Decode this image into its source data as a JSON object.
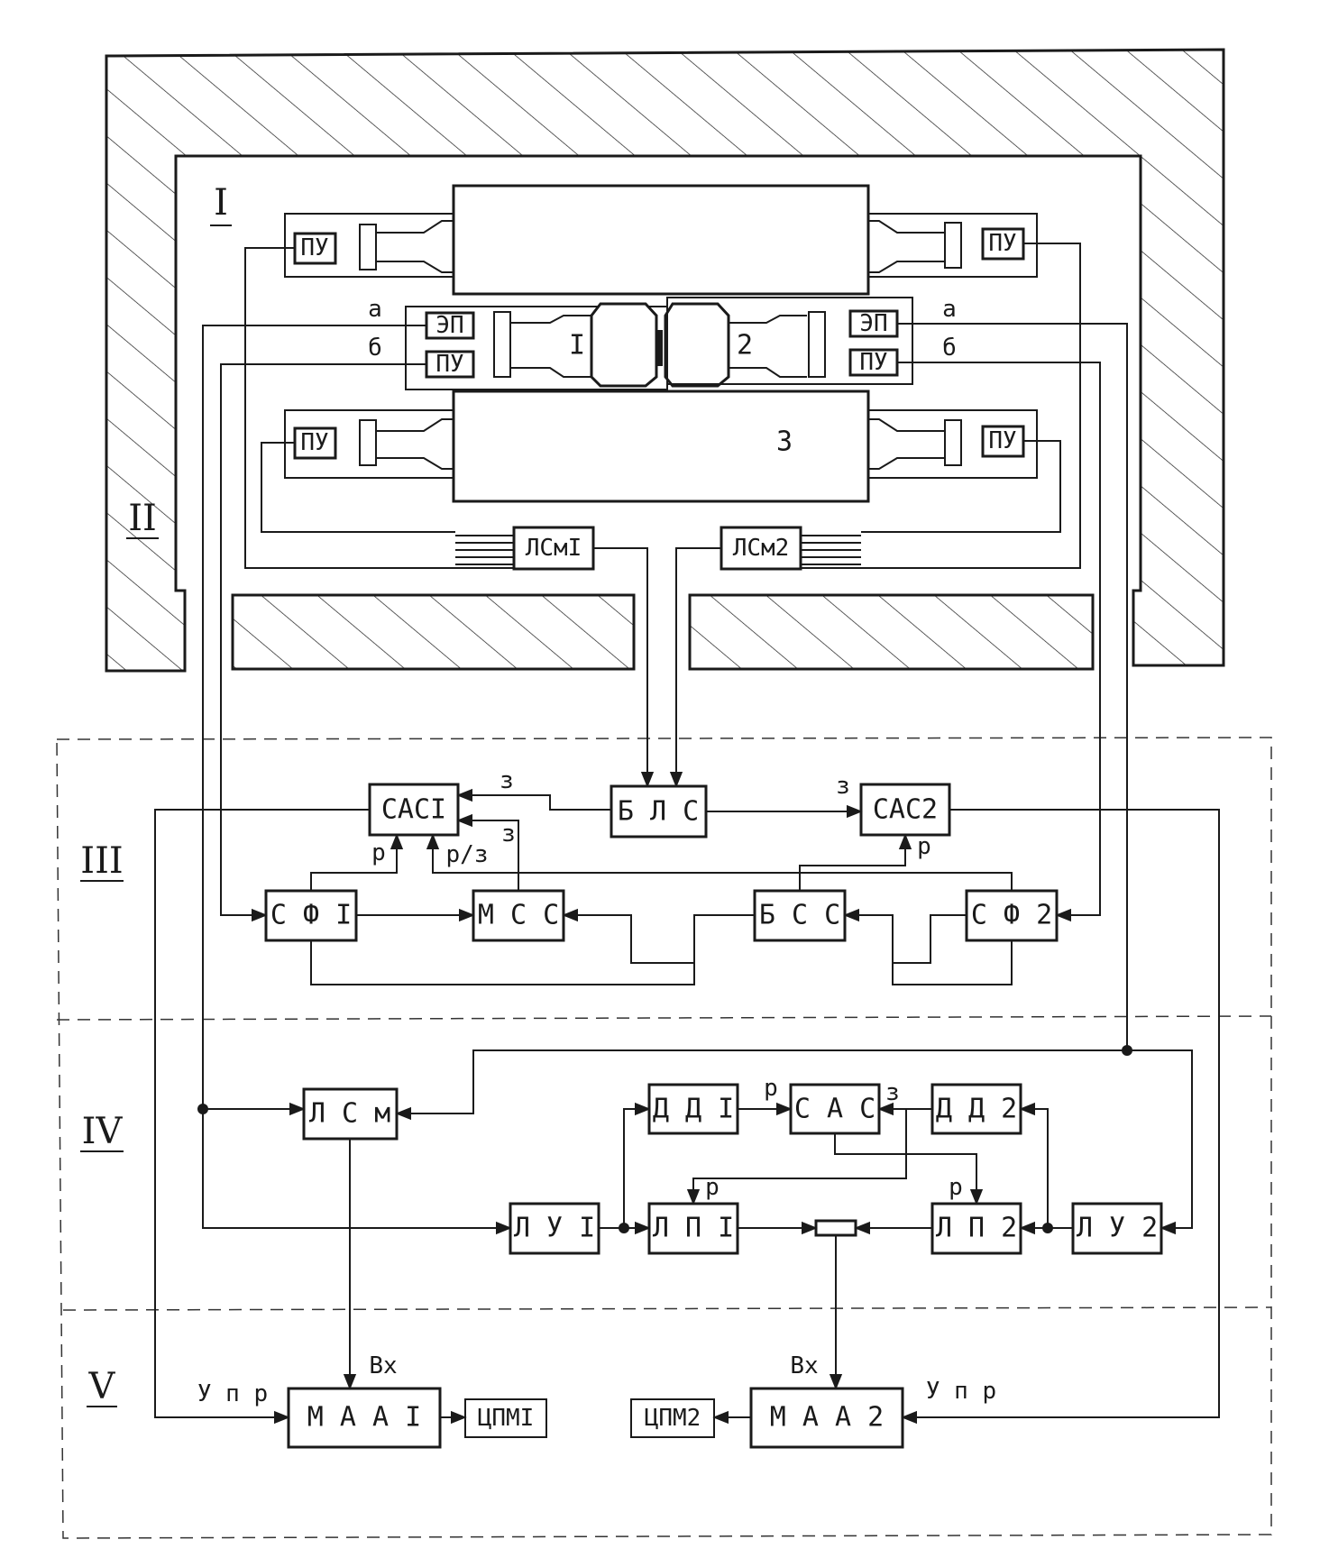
{
  "zones": {
    "I": "I",
    "II": "II",
    "III": "III",
    "IV": "IV",
    "V": "V"
  },
  "detectors": {
    "d1": "I",
    "d2": "2",
    "d3": "3"
  },
  "blocks": {
    "pu": "ПУ",
    "ep": "ЭП",
    "lsm1": "ЛСмI",
    "lsm2": "ЛСм2",
    "blc": "Б Л С",
    "cac1": "САСI",
    "cac2": "САС2",
    "sf1": "С Ф I",
    "mcc": "М С С",
    "bcc": "Б С С",
    "sf2": "С Ф 2",
    "lsm": "Л С м",
    "dd1": "Д Д I",
    "cac": "С А С",
    "dd2": "Д Д 2",
    "lu1": "Л У I",
    "lp1": "Л П I",
    "lp2": "Л П 2",
    "lu2": "Л У 2",
    "maa1": "М А А I",
    "cpm1": "ЦПМI",
    "maa2": "М А А 2",
    "cpm2": "ЦПМ2"
  },
  "signals": {
    "a": "а",
    "b": "б",
    "z": "з",
    "r": "р",
    "rz": "р/з",
    "vx": "Вх",
    "upr": "У п р"
  },
  "colors": {
    "ink": "#1a1a1a",
    "paper": "#ffffff"
  }
}
